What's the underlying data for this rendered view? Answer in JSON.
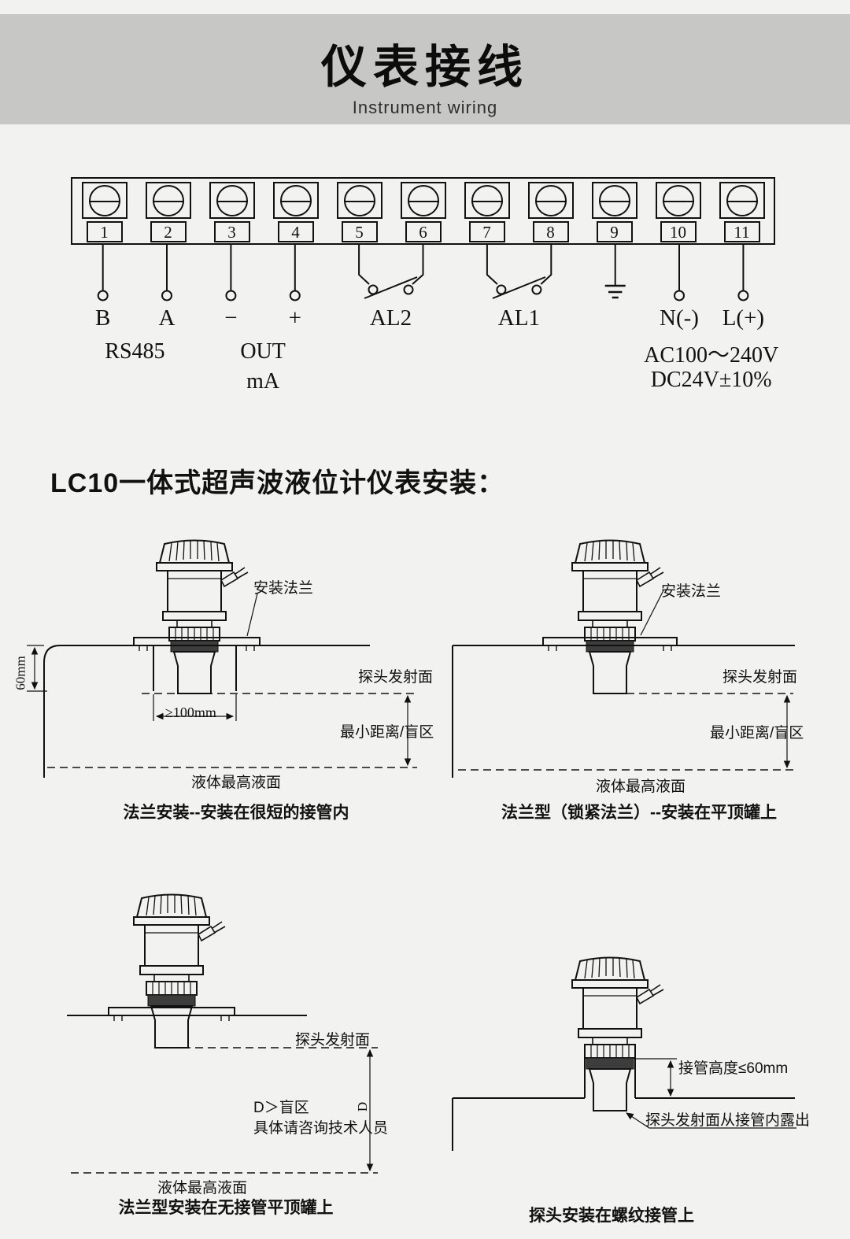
{
  "header": {
    "title": "仪表接线",
    "subtitle": "Instrument wiring"
  },
  "section": {
    "install_title": "LC10一体式超声波液位计仪表安装："
  },
  "terminal_block": {
    "numbers": [
      "1",
      "2",
      "3",
      "4",
      "5",
      "6",
      "7",
      "8",
      "9",
      "10",
      "11"
    ],
    "labels": {
      "b": "B",
      "a": "A",
      "minus": "−",
      "plus": "+",
      "al2": "AL2",
      "al1": "AL1",
      "n": "N(-)",
      "l": "L(+)"
    },
    "notes": {
      "rs485": "RS485",
      "out": "OUT",
      "ma": "mA",
      "ac": "AC100～240V",
      "dc": "DC24V±10%"
    }
  },
  "diagram1": {
    "flange": "安装法兰",
    "dim_height": "60mm",
    "dim_width": "≥100mm",
    "probe_face": "探头发射面",
    "blind_zone": "最小距离/盲区",
    "liquid_level": "液体最高液面",
    "caption": "法兰安装--安装在很短的接管内"
  },
  "diagram2": {
    "flange": "安装法兰",
    "probe_face": "探头发射面",
    "blind_zone": "最小距离/盲区",
    "liquid_level": "液体最高液面",
    "caption": "法兰型（锁紧法兰）--安装在平顶罐上"
  },
  "diagram3": {
    "probe_face": "探头发射面",
    "note_line1": "D＞盲区",
    "note_line2": "具体请咨询技术人员",
    "dim_d": "D",
    "liquid_level": "液体最高液面",
    "caption": "法兰型安装在无接管平顶罐上"
  },
  "diagram4": {
    "dim_nozzle": "接管高度≤60mm",
    "probe_note": "探头发射面从接管内露出",
    "caption": "探头安装在螺纹接管上"
  }
}
